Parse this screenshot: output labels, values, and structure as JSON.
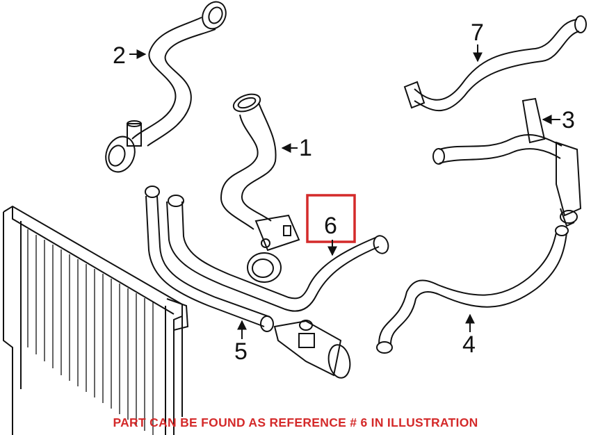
{
  "callouts": {
    "c1": "1",
    "c2": "2",
    "c3": "3",
    "c4": "4",
    "c5": "5",
    "c6": "6",
    "c7": "7"
  },
  "highlight": {
    "color": "#d42a2a",
    "reference": "6"
  },
  "caption": "PART CAN BE FOUND AS REFERENCE # 6 IN ILLUSTRATION"
}
